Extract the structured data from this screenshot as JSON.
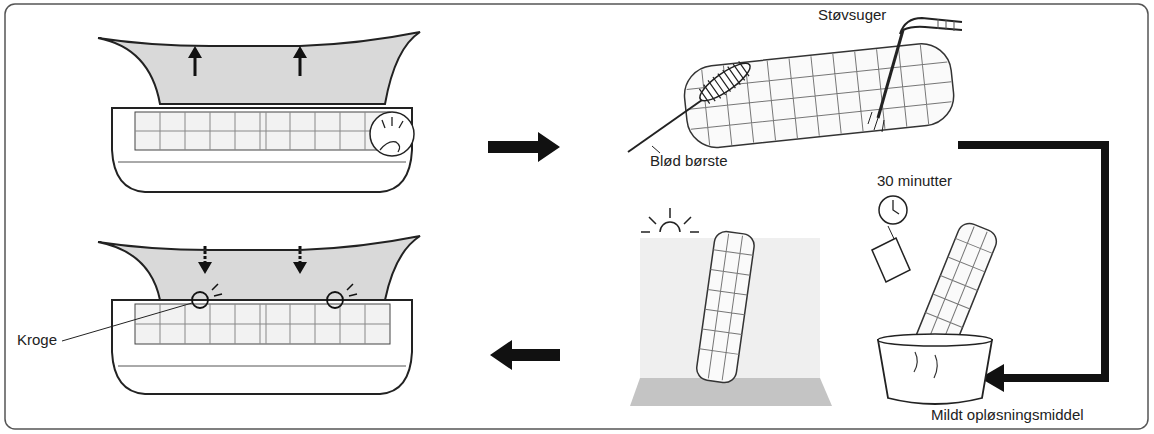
{
  "diagram": {
    "labels": [
      "Støvsuger",
      "Blød børste",
      "30 minutter",
      "Mildt opløsningsmiddel",
      "Kroge"
    ]
  }
}
